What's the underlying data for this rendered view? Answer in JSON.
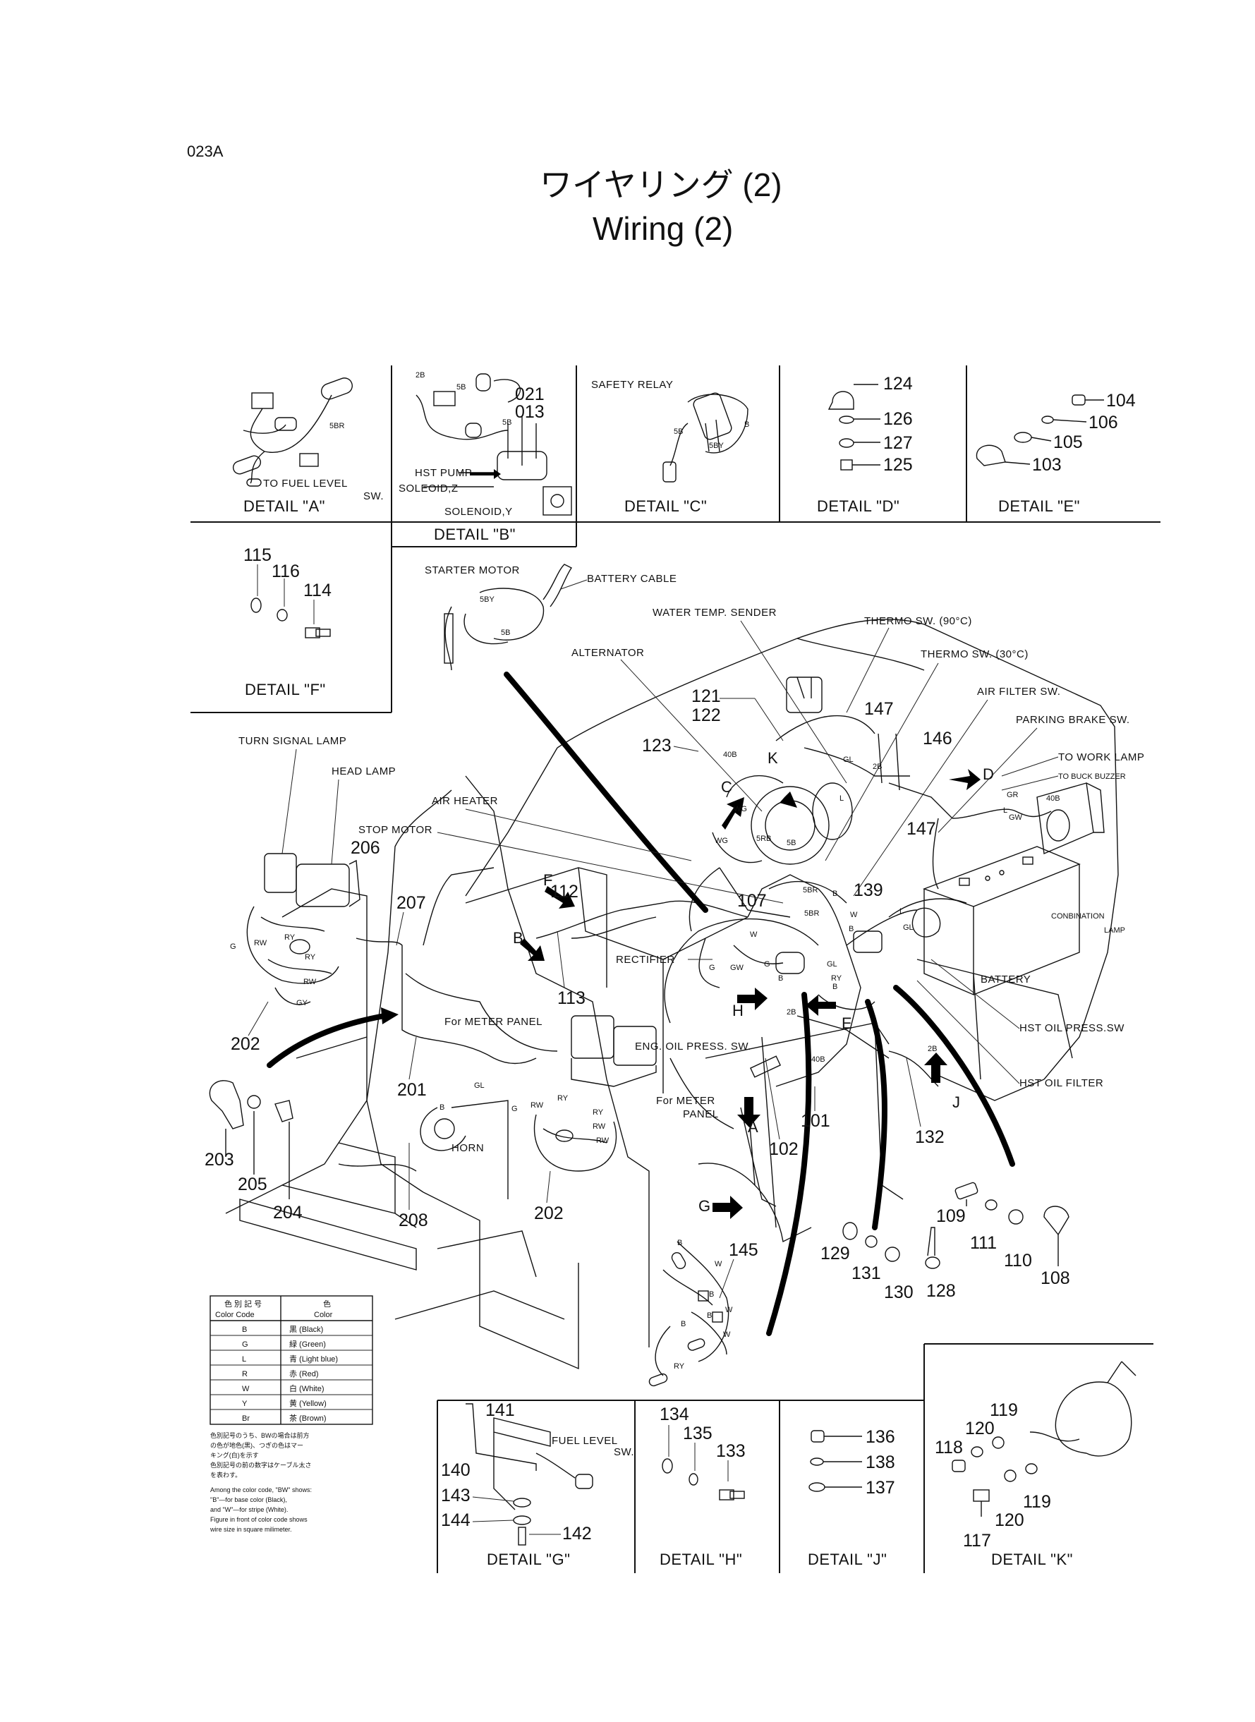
{
  "page_code": "023A",
  "title_jp": "ワイヤリング (2)",
  "title_en": "Wiring (2)",
  "details": {
    "A": "DETAIL \"A\"",
    "B": "DETAIL \"B\"",
    "C": "DETAIL \"C\"",
    "D": "DETAIL \"D\"",
    "E": "DETAIL \"E\"",
    "F": "DETAIL \"F\"",
    "G": "DETAIL \"G\"",
    "H": "DETAIL \"H\"",
    "J": "DETAIL \"J\"",
    "K": "DETAIL \"K\""
  },
  "labels": {
    "to_fuel_level": "TO FUEL LEVEL",
    "sw_a": "SW.",
    "hst_pump": "HST PUMP",
    "solenoid_z": "SOLEOID,Z",
    "solenoid_y": "SOLENOID,Y",
    "safety_relay": "SAFETY RELAY",
    "starter_motor": "STARTER MOTOR",
    "battery_cable": "BATTERY CABLE",
    "water_temp_sender": "WATER TEMP. SENDER",
    "thermo_90": "THERMO SW. (90°C)",
    "alternator": "ALTERNATOR",
    "thermo_30": "THERMO SW. (30°C)",
    "air_filter_sw": "AIR FILTER SW.",
    "parking_brake_sw": "PARKING BRAKE SW.",
    "to_work_lamp": "TO WORK  LAMP",
    "to_buck_buzzer": "TO BUCK  BUZZER",
    "turn_signal_lamp": "TURN SIGNAL LAMP",
    "head_lamp": "HEAD LAMP",
    "air_heater": "AIR HEATER",
    "stop_motor": "STOP MOTOR",
    "combination_lamp_1": "CONBINATION",
    "combination_lamp_2": "LAMP",
    "rectifier": "RECTIFIER",
    "battery": "BATTERY",
    "for_meter_panel": "For METER PANEL",
    "eng_oil_press": "ENG. OIL PRESS. SW.",
    "hst_oil_press": "HST OIL  PRESS.SW",
    "for_meter_panel2_1": "For METER",
    "for_meter_panel2_2": "PANEL",
    "hst_oil_filter": "HST OIL FILTER",
    "horn": "HORN",
    "fuel_level_g": "FUEL LEVEL",
    "sw_g": "SW."
  },
  "wire_codes": [
    "5BR",
    "2B",
    "5B",
    "5BY",
    "40B",
    "WG",
    "5RB",
    "GL",
    "GR",
    "GW",
    "RW",
    "RY",
    "GY",
    "G",
    "W",
    "B",
    "L",
    "R",
    "Y"
  ],
  "callouts": {
    "n021": "021",
    "n013": "013",
    "n101": "101",
    "n102": "102",
    "n103": "103",
    "n104": "104",
    "n105": "105",
    "n106": "106",
    "n107": "107",
    "n108": "108",
    "n109": "109",
    "n110": "110",
    "n111": "111",
    "n112": "112",
    "n113": "113",
    "n114": "114",
    "n115": "115",
    "n116": "116",
    "n117": "117",
    "n118": "118",
    "n119": "119",
    "n120": "120",
    "n121": "121",
    "n122": "122",
    "n123": "123",
    "n124": "124",
    "n125": "125",
    "n126": "126",
    "n127": "127",
    "n128": "128",
    "n129": "129",
    "n130": "130",
    "n131": "131",
    "n132": "132",
    "n133": "133",
    "n134": "134",
    "n135": "135",
    "n136": "136",
    "n137": "137",
    "n138": "138",
    "n139": "139",
    "n140": "140",
    "n141": "141",
    "n142": "142",
    "n143": "143",
    "n144": "144",
    "n145": "145",
    "n146": "146",
    "n147": "147",
    "n201": "201",
    "n202": "202",
    "n203": "203",
    "n204": "204",
    "n205": "205",
    "n206": "206",
    "n207": "207",
    "n208": "208"
  },
  "color_table": {
    "header_code_jp": "色 別 記 号",
    "header_code_en": "Color Code",
    "header_color_jp": "色",
    "header_color_en": "Color",
    "rows": [
      {
        "code": "B",
        "color": "黒 (Black)"
      },
      {
        "code": "G",
        "color": "緑 (Green)"
      },
      {
        "code": "L",
        "color": "青 (Light blue)"
      },
      {
        "code": "R",
        "color": "赤 (Red)"
      },
      {
        "code": "W",
        "color": "白 (White)"
      },
      {
        "code": "Y",
        "color": "黄 (Yellow)"
      },
      {
        "code": "Br",
        "color": "茶 (Brown)"
      }
    ]
  },
  "notes": {
    "jp": [
      "色別記号のうち、BWの場合は前方",
      "の色が地色(黒)、つぎの色はマー",
      "キング(白)を示す",
      "色別記号の前の数字はケーブル太さ",
      "を表わす。"
    ],
    "en": [
      "Among the color code, \"BW\" shows:",
      "\"B\"—for base color (Black),",
      "and \"W\"—for stripe (White).",
      "Figure in front of color code shows",
      "wire size in square milimeter."
    ]
  }
}
